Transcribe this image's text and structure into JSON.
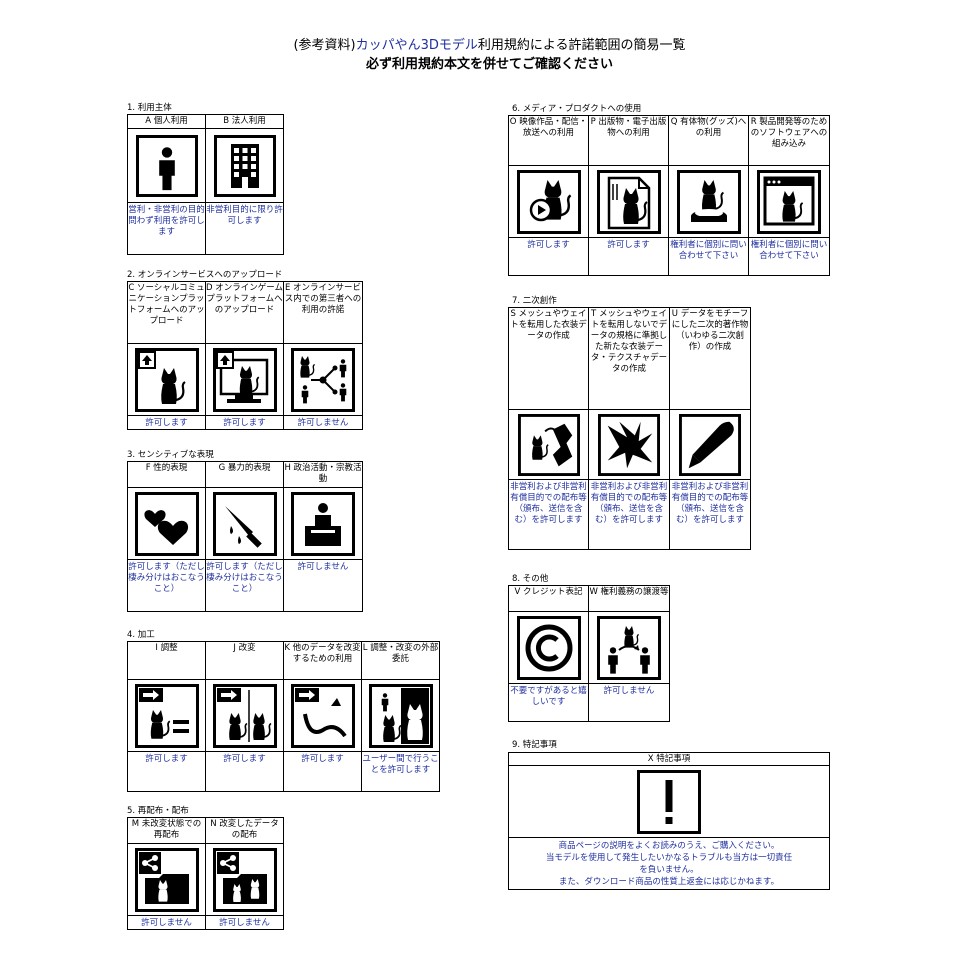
{
  "header": {
    "line1_pre": "(参考資料)",
    "line1_brand": "カッパやん3Dモデル",
    "line1_post": "利用規約による許諾範囲の簡易一覧",
    "line2": "必ず利用規約本文を併せてご確認ください"
  },
  "sections": {
    "s1": {
      "title": "1. 利用主体",
      "items": [
        {
          "label": "A 個人利用",
          "icon": "person-icon",
          "result": "営利・非営利の目的問わず利用を許可します"
        },
        {
          "label": "B 法人利用",
          "icon": "building-icon",
          "result": "非営利目的に限り許可します"
        }
      ]
    },
    "s2": {
      "title": "2. オンラインサービスへのアップロード",
      "items": [
        {
          "label": "C ソーシャルコミュニケーションプラットフォームへのアップロード",
          "icon": "upload-social-icon",
          "result": "許可します"
        },
        {
          "label": "D オンラインゲームプラットフォームへのアップロード",
          "icon": "upload-game-icon",
          "result": "許可します"
        },
        {
          "label": "E オンラインサービス内での第三者への利用の許諾",
          "icon": "share-third-party-icon",
          "result": "許可しません"
        }
      ]
    },
    "s3": {
      "title": "3. センシティブな表現",
      "items": [
        {
          "label": "F 性的表現",
          "icon": "hearts-icon",
          "result": "許可します（ただし棲み分けはおこなうこと）"
        },
        {
          "label": "G 暴力的表現",
          "icon": "knife-icon",
          "result": "許可します（ただし棲み分けはおこなうこと）"
        },
        {
          "label": "H 政治活動・宗教活動",
          "icon": "podium-icon",
          "result": "許可しません"
        }
      ]
    },
    "s4": {
      "title": "4. 加工",
      "items": [
        {
          "label": "I 調整",
          "icon": "adjust-equal-icon",
          "result": "許可します"
        },
        {
          "label": "J 改変",
          "icon": "modify-icon",
          "result": "許可します"
        },
        {
          "label": "K 他のデータを改変するための利用",
          "icon": "modify-other-data-icon",
          "result": "許可します"
        },
        {
          "label": "L 調整・改変の外部委託",
          "icon": "outsource-icon",
          "result": "ユーザー間で行うことを許可します"
        }
      ]
    },
    "s5": {
      "title": "5. 再配布・配布",
      "items": [
        {
          "label": "M 未改変状態での再配布",
          "icon": "share-folder-icon",
          "result": "許可しません"
        },
        {
          "label": "N 改変したデータの配布",
          "icon": "share-modified-folder-icon",
          "result": "許可しません"
        }
      ]
    },
    "s6": {
      "title": "6. メディア・プロダクトへの使用",
      "items": [
        {
          "label": "O 映像作品・配信・放送への利用",
          "icon": "video-play-icon",
          "result": "許可します"
        },
        {
          "label": "P 出版物・電子出版物への利用",
          "icon": "document-icon",
          "result": "許可します"
        },
        {
          "label": "Q 有体物(グッズ)への利用",
          "icon": "figure-goods-icon",
          "result": "権利者に個別に問い合わせて下さい"
        },
        {
          "label": "R 製品開発等のためのソフトウェアへの組み込み",
          "icon": "software-window-icon",
          "result": "権利者に個別に問い合わせて下さい"
        }
      ]
    },
    "s7": {
      "title": "7. 二次創作",
      "items": [
        {
          "label": "S メッシュやウェイトを転用した衣装データの作成",
          "icon": "clothing-mesh-icon",
          "result": "非営利および非営利有償目的での配布等（頒布、送信を含む）を許可します"
        },
        {
          "label": "T メッシュやウェイトを転用しないでデータの規格に準拠した新たな衣装データ・テクスチャデータの作成",
          "icon": "new-clothing-icon",
          "result": "非営利および非営利有償目的での配布等（頒布、送信を含む）を許可します"
        },
        {
          "label": "U データをモチーフにした二次的著作物（いわゆる二次創作）の作成",
          "icon": "pen-icon",
          "result": "非営利および非営利有償目的での配布等（頒布、送信を含む）を許可します"
        }
      ]
    },
    "s8": {
      "title": "8. その他",
      "items": [
        {
          "label": "V クレジット表記",
          "icon": "copyright-icon",
          "result": "不要ですがあると嬉しいです"
        },
        {
          "label": "W 権利義務の譲渡等",
          "icon": "transfer-icon",
          "result": "許可しません"
        }
      ]
    },
    "s9": {
      "title": "9. 特記事項",
      "label": "X 特記事項",
      "icon": "exclamation-icon",
      "notes": [
        "商品ページの説明をよくお読みのうえ、ご購入ください。",
        "当モデルを使用して発生したいかなるトラブルも当方は一切責任",
        "を負いません。",
        "また、ダウンロード商品の性質上返金には応じかねます。"
      ]
    }
  },
  "colors": {
    "result_text": "#1f2f9f",
    "border": "#000000"
  }
}
